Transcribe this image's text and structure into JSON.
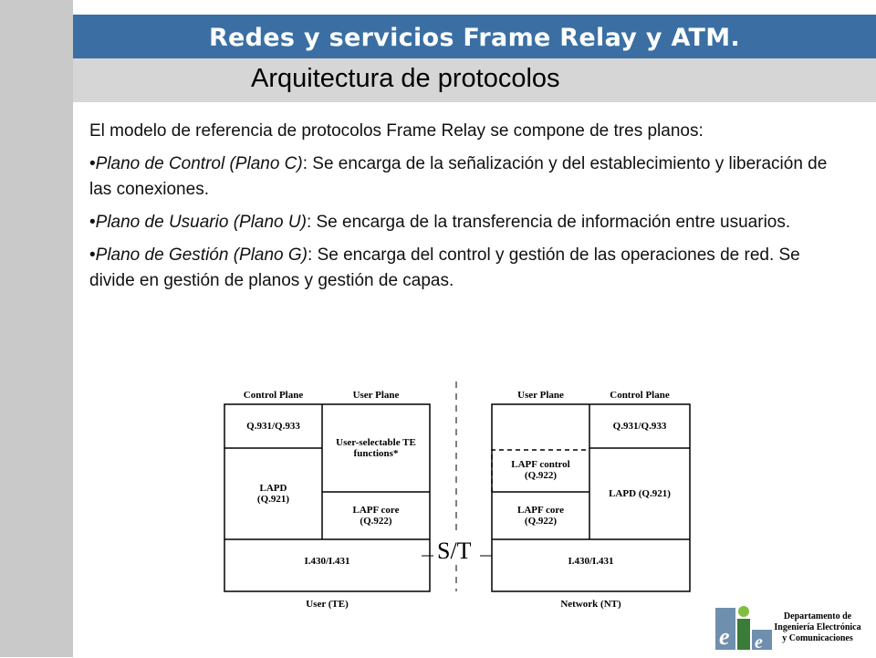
{
  "header": {
    "title": "Redes y servicios Frame Relay y ATM.",
    "subtitle": "Arquitectura de protocolos"
  },
  "body": {
    "intro": "El modelo de referencia de protocolos Frame Relay se compone de tres planos:",
    "bullets": [
      {
        "bullet": "•",
        "term": "Plano de Control (Plano C)",
        "text": ": Se encarga de la señalización y del establecimiento y liberación de las conexiones."
      },
      {
        "bullet": "•",
        "term": "Plano de Usuario (Plano U)",
        "text": ": Se encarga de la transferencia de información entre usuarios."
      },
      {
        "bullet": "•",
        "term": "Plano de Gestión (Plano G)",
        "text": ": Se encarga del control y gestión de las operaciones de red. Se divide en gestión de planos y gestión de capas."
      }
    ]
  },
  "diagram": {
    "user_side": {
      "control_plane": "Control Plane",
      "user_plane": "User Plane",
      "q931": "Q.931/Q.933",
      "user_selectable": "User-selectable TE functions*",
      "lapd": "LAPD (Q.921)",
      "lapf_core": "LAPF core (Q.922)",
      "i430": "I.430/I.431",
      "caption": "User (TE)"
    },
    "network_side": {
      "user_plane": "User Plane",
      "control_plane": "Control Plane",
      "q931": "Q.931/Q.933",
      "lapf_control": "LAPF control (Q.922)",
      "lapd": "LAPD (Q.921)",
      "lapf_core": "LAPF core (Q.922)",
      "i430": "I.430/I.431",
      "caption": "Network (NT)"
    },
    "reference_point": "S/T"
  },
  "footer": {
    "dept_line1": "Departamento de",
    "dept_line2": "Ingeniería Electrónica",
    "dept_line3": "y Comunicaciones",
    "logo_letters": "eie"
  }
}
